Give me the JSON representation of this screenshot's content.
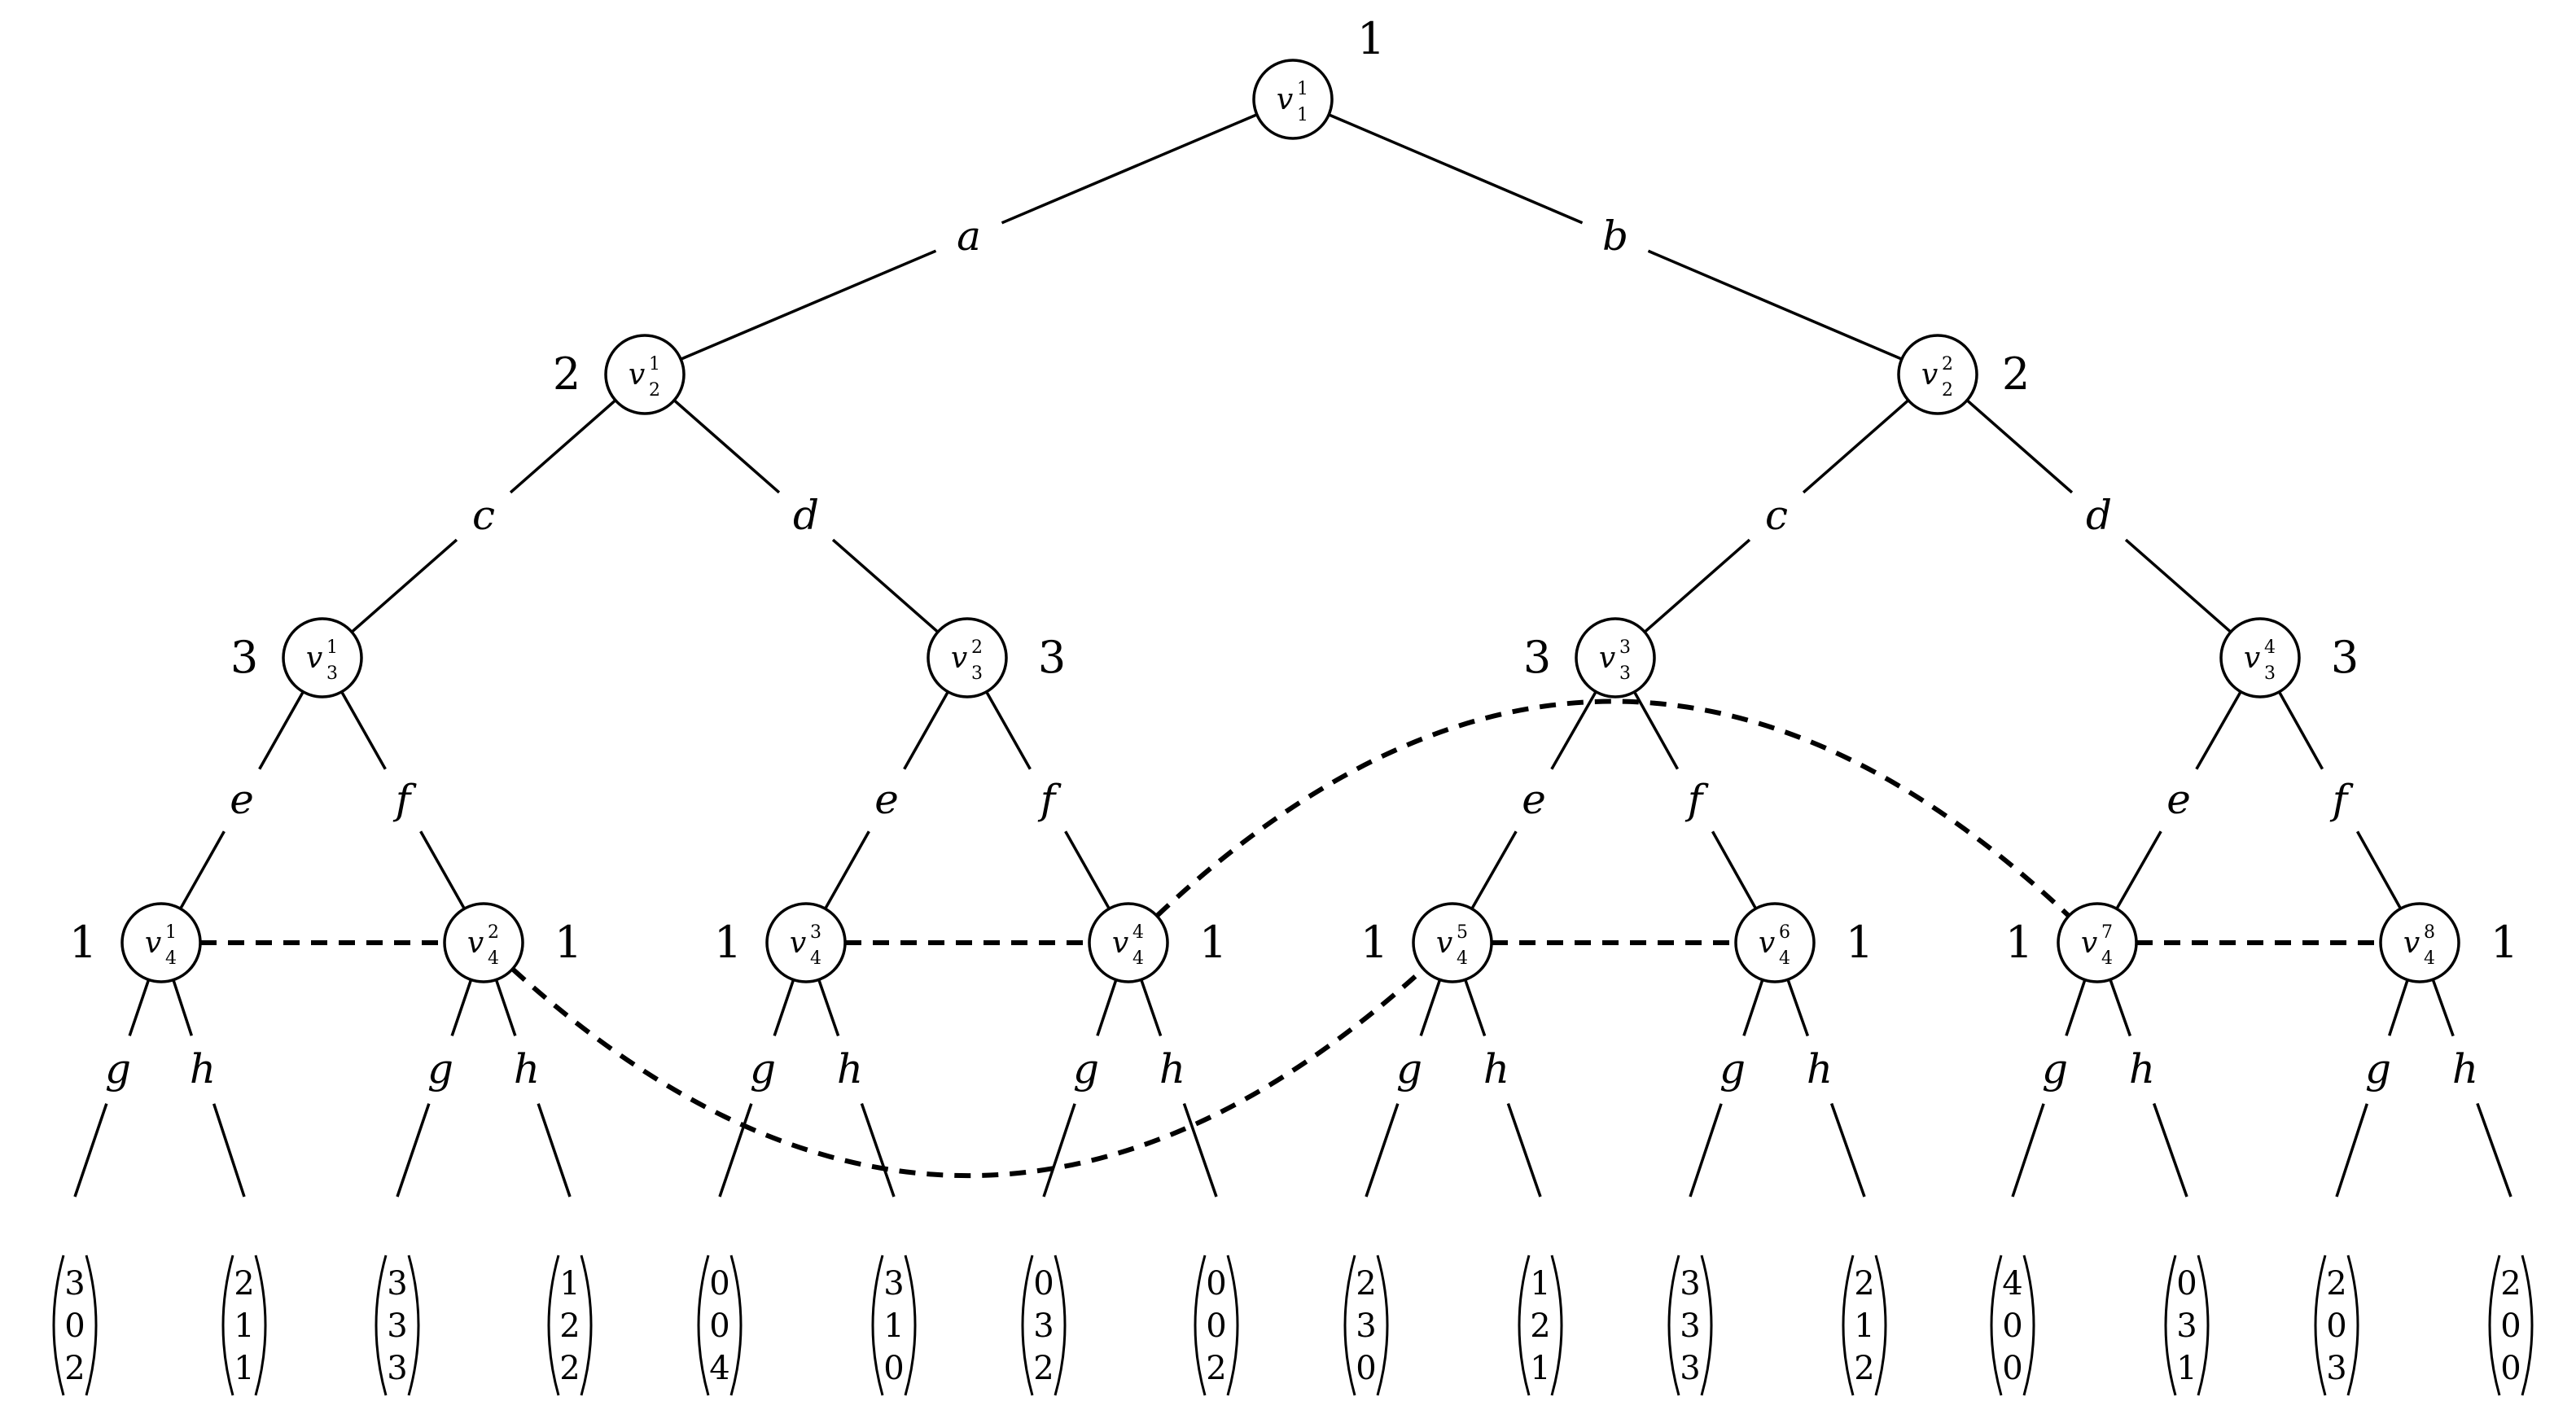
{
  "tree": {
    "nodes": [
      {
        "id": "v11",
        "base": "v",
        "level": "1",
        "index": "1",
        "player": "1",
        "parent": null
      },
      {
        "id": "v21",
        "base": "v",
        "level": "2",
        "index": "1",
        "player": "2",
        "parent": "v11",
        "action": "a"
      },
      {
        "id": "v22",
        "base": "v",
        "level": "2",
        "index": "2",
        "player": "2",
        "parent": "v11",
        "action": "b"
      },
      {
        "id": "v31",
        "base": "v",
        "level": "3",
        "index": "1",
        "player": "3",
        "parent": "v21",
        "action": "c"
      },
      {
        "id": "v32",
        "base": "v",
        "level": "3",
        "index": "2",
        "player": "3",
        "parent": "v21",
        "action": "d"
      },
      {
        "id": "v33",
        "base": "v",
        "level": "3",
        "index": "3",
        "player": "3",
        "parent": "v22",
        "action": "c"
      },
      {
        "id": "v34",
        "base": "v",
        "level": "3",
        "index": "4",
        "player": "3",
        "parent": "v22",
        "action": "d"
      },
      {
        "id": "v41",
        "base": "v",
        "level": "4",
        "index": "1",
        "player": "1",
        "parent": "v31",
        "action": "e"
      },
      {
        "id": "v42",
        "base": "v",
        "level": "4",
        "index": "2",
        "player": "1",
        "parent": "v31",
        "action": "f"
      },
      {
        "id": "v43",
        "base": "v",
        "level": "4",
        "index": "3",
        "player": "1",
        "parent": "v32",
        "action": "e"
      },
      {
        "id": "v44",
        "base": "v",
        "level": "4",
        "index": "4",
        "player": "1",
        "parent": "v32",
        "action": "f"
      },
      {
        "id": "v45",
        "base": "v",
        "level": "4",
        "index": "5",
        "player": "1",
        "parent": "v33",
        "action": "e"
      },
      {
        "id": "v46",
        "base": "v",
        "level": "4",
        "index": "6",
        "player": "1",
        "parent": "v33",
        "action": "f"
      },
      {
        "id": "v47",
        "base": "v",
        "level": "4",
        "index": "7",
        "player": "1",
        "parent": "v34",
        "action": "e"
      },
      {
        "id": "v48",
        "base": "v",
        "level": "4",
        "index": "8",
        "player": "1",
        "parent": "v34",
        "action": "f"
      }
    ],
    "leaves": [
      {
        "parent": "v41",
        "action": "g",
        "payoff": [
          "3",
          "0",
          "2"
        ]
      },
      {
        "parent": "v41",
        "action": "h",
        "payoff": [
          "2",
          "1",
          "1"
        ]
      },
      {
        "parent": "v42",
        "action": "g",
        "payoff": [
          "3",
          "3",
          "3"
        ]
      },
      {
        "parent": "v42",
        "action": "h",
        "payoff": [
          "1",
          "2",
          "2"
        ]
      },
      {
        "parent": "v43",
        "action": "g",
        "payoff": [
          "0",
          "0",
          "4"
        ]
      },
      {
        "parent": "v43",
        "action": "h",
        "payoff": [
          "3",
          "1",
          "0"
        ]
      },
      {
        "parent": "v44",
        "action": "g",
        "payoff": [
          "0",
          "3",
          "2"
        ]
      },
      {
        "parent": "v44",
        "action": "h",
        "payoff": [
          "0",
          "0",
          "2"
        ]
      },
      {
        "parent": "v45",
        "action": "g",
        "payoff": [
          "2",
          "3",
          "0"
        ]
      },
      {
        "parent": "v45",
        "action": "h",
        "payoff": [
          "1",
          "2",
          "1"
        ]
      },
      {
        "parent": "v46",
        "action": "g",
        "payoff": [
          "3",
          "3",
          "3"
        ]
      },
      {
        "parent": "v46",
        "action": "h",
        "payoff": [
          "2",
          "1",
          "2"
        ]
      },
      {
        "parent": "v47",
        "action": "g",
        "payoff": [
          "4",
          "0",
          "0"
        ]
      },
      {
        "parent": "v47",
        "action": "h",
        "payoff": [
          "0",
          "3",
          "1"
        ]
      },
      {
        "parent": "v48",
        "action": "g",
        "payoff": [
          "2",
          "0",
          "3"
        ]
      },
      {
        "parent": "v48",
        "action": "h",
        "payoff": [
          "2",
          "0",
          "0"
        ]
      }
    ],
    "information_sets": [
      [
        "v41",
        "v42"
      ],
      [
        "v43",
        "v44"
      ],
      [
        "v45",
        "v46"
      ],
      [
        "v47",
        "v48"
      ],
      [
        "v42",
        "v45"
      ],
      [
        "v44",
        "v47"
      ]
    ]
  }
}
